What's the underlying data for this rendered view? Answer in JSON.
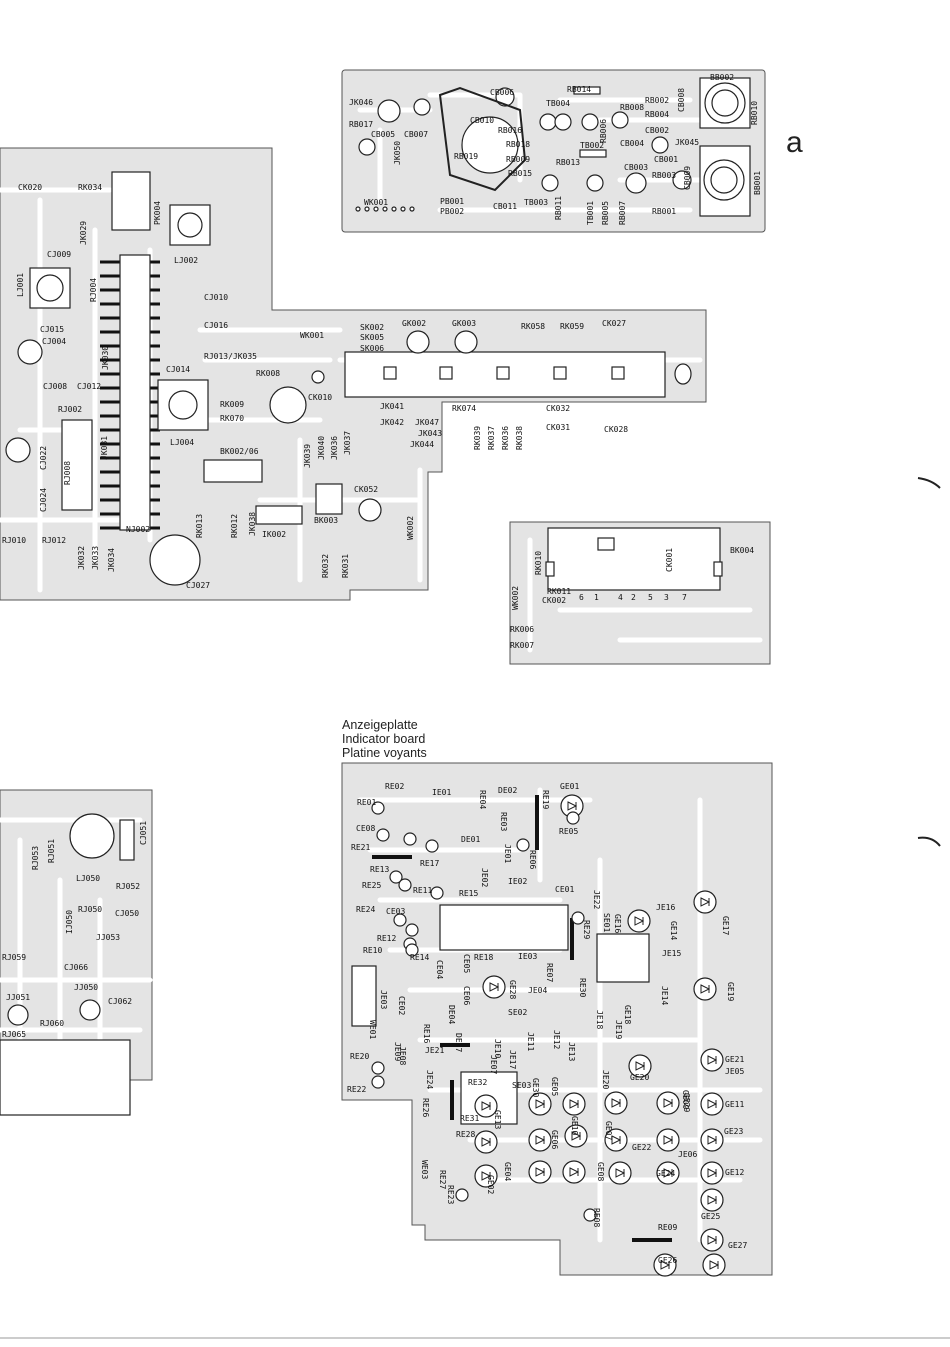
{
  "corner_mark": "a",
  "caption": {
    "de": "Anzeigeplatte",
    "en": "Indicator board",
    "fr": "Platine voyants"
  },
  "board_b_labels": [
    "JK046",
    "RB017",
    "CB005",
    "CB007",
    "CB006",
    "CB010",
    "RB014",
    "TB004",
    "RB016",
    "RB018",
    "RB019",
    "RB009",
    "RB013",
    "RB015",
    "CB011",
    "TB003",
    "RB011",
    "TB002",
    "RB006",
    "RB008",
    "CB004",
    "JK045",
    "RB002",
    "RB004",
    "CB002",
    "CB008",
    "CB009",
    "BB002",
    "RB010",
    "BB001",
    "CB001",
    "CB003",
    "RB003",
    "RB001",
    "RB005",
    "TB001",
    "RB007",
    "WK001",
    "PB001",
    "PB002",
    "JK050"
  ],
  "board_main_labels": [
    "CK020",
    "RK034",
    "PK004",
    "JK029",
    "CJ009",
    "LJ001",
    "RJ004",
    "CJ010",
    "CJ016",
    "CJ015",
    "CJ004",
    "JK030",
    "LJ002",
    "WK001",
    "SK002",
    "SK005",
    "SK006",
    "GK002",
    "GK003",
    "RK058",
    "RK059",
    "CK027",
    "RJ013/JK035",
    "RK008",
    "CJ014",
    "CJ008",
    "CJ012",
    "RJ002",
    "RK009",
    "RK070",
    "CK010",
    "LJ004",
    "JK031",
    "BK002/06",
    "RJ008",
    "CJ022",
    "CJ024",
    "JK041",
    "RK074",
    "JK042",
    "JK047",
    "JK043",
    "JK044",
    "JK039",
    "JK040",
    "JK036",
    "JK037",
    "RK039",
    "RK037",
    "RK036",
    "RK038",
    "CK032",
    "CK031",
    "CK028",
    "CK052",
    "RJ010",
    "RJ012",
    "JK032",
    "JK033",
    "JK034",
    "NJ002",
    "RK013",
    "RK012",
    "JK038",
    "IK002",
    "BK003",
    "WK002",
    "RK032",
    "RK031",
    "CJ027"
  ],
  "board_bk_labels": [
    "RK010",
    "CK001",
    "BK004",
    "WK002",
    "RK011",
    "CK002",
    "RK006",
    "RK007",
    "6",
    "1",
    "4",
    "2",
    "5",
    "3",
    "7"
  ],
  "board_left_labels": [
    "RJ052",
    "RJ053",
    "RJ051",
    "LJ050",
    "RJ050",
    "CJ050",
    "IJ050",
    "JJ053",
    "RJ059",
    "CJ066",
    "JJ050",
    "JJ051",
    "CJ062",
    "RJ060",
    "RJ065",
    "CJ051"
  ],
  "indicator_labels": [
    "RE02",
    "RE01",
    "IE01",
    "RE04",
    "DE02",
    "RE19",
    "GE01",
    "CE08",
    "RE03",
    "RE05",
    "RE21",
    "DE01",
    "JE01",
    "RE06",
    "RE17",
    "RE13",
    "RE25",
    "RE11",
    "RE15",
    "JE02",
    "IE02",
    "CE01",
    "JE22",
    "RE24",
    "CE03",
    "RE12",
    "RE10",
    "RE14",
    "CE04",
    "RE18",
    "IE03",
    "RE29",
    "SE01",
    "GE16",
    "JE16",
    "GE14",
    "GE17",
    "JE15",
    "GE19",
    "JE14",
    "JE03",
    "CE02",
    "CE05",
    "CE06",
    "GE28",
    "JE04",
    "RE07",
    "RE30",
    "GE18",
    "JE19",
    "SE02",
    "JE11",
    "JE12",
    "JE10",
    "JE17",
    "JE13",
    "RE16",
    "DE04",
    "JE21",
    "DE07",
    "JE09",
    "RE20",
    "RE22",
    "JE24",
    "RE32",
    "RE26",
    "SE03",
    "GE30",
    "GE05",
    "RE31",
    "RE28",
    "GE13",
    "JE05",
    "GE29",
    "GE07",
    "GE20",
    "GE09",
    "GE11",
    "GE21",
    "GE23",
    "GE22",
    "JE06",
    "GE06",
    "GE08",
    "GE04",
    "GE02",
    "GE24",
    "GE12",
    "GE25",
    "RE27",
    "RE23",
    "WE03",
    "WE01",
    "RE09",
    "RE08",
    "GE26",
    "GE27",
    "JE08",
    "JE20",
    "JE18",
    "GE10",
    "JE07"
  ]
}
